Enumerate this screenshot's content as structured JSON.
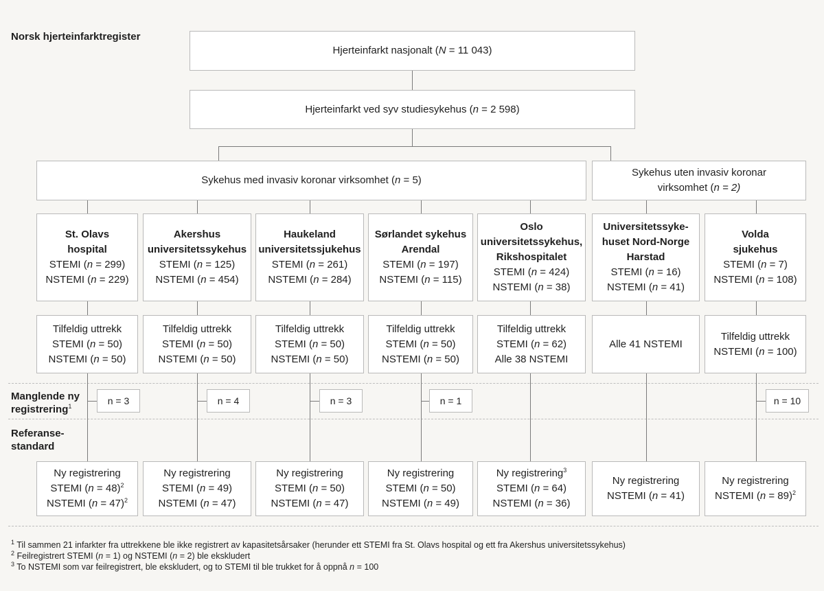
{
  "registry_label": "Norsk hjerteinfarktregister",
  "top": {
    "national_pre": "Hjerteinfarkt nasjonalt (",
    "national_n": "N",
    "national_post": " = 11 043)",
    "study_pre": "Hjerteinfarkt ved syv studiesykehus (",
    "study_n": "n",
    "study_post": " = 2 598)"
  },
  "groups": {
    "invasive_pre": "Sykehus med invasiv koronar virksomhet (",
    "invasive_n": "n",
    "invasive_post": " = 5)",
    "noninvasive_line1": "Sykehus uten invasiv koronar",
    "noninvasive_line2_pre": "virksomhet (",
    "noninvasive_line2_n": "n = 2)"
  },
  "side_labels": {
    "missing_line1": "Manglende ny",
    "missing_line2": "registrering",
    "missing_sup": "1",
    "ref_line1": "Referanse-",
    "ref_line2": "standard"
  },
  "hospitals": [
    {
      "name_lines": [
        "St. Olavs",
        "hospital"
      ],
      "stemi_label": "STEMI (",
      "stemi_n": "n",
      "stemi_val": " = 299)",
      "nstemi_label": "NSTEMI (",
      "nstemi_n": "n",
      "nstemi_val": " = 229)",
      "sample_lines": [
        "Tilfeldig uttrekk",
        "STEMI (n = 50)",
        "NSTEMI (n = 50)"
      ],
      "missing": "n = 3",
      "ref_lines": [
        "Ny registrering",
        "STEMI (n = 48)",
        "NSTEMI (n = 47)"
      ],
      "ref_sups": [
        "",
        "2",
        "2"
      ]
    },
    {
      "name_lines": [
        "Akershus",
        "universitetssykehus"
      ],
      "stemi_label": "STEMI (",
      "stemi_n": "n",
      "stemi_val": " = 125)",
      "nstemi_label": "NSTEMI (",
      "nstemi_n": "n",
      "nstemi_val": " = 454)",
      "sample_lines": [
        "Tilfeldig uttrekk",
        "STEMI (n = 50)",
        "NSTEMI (n = 50)"
      ],
      "missing": "n = 4",
      "ref_lines": [
        "Ny registrering",
        "STEMI (n = 49)",
        "NSTEMI (n = 47)"
      ],
      "ref_sups": [
        "",
        "",
        ""
      ]
    },
    {
      "name_lines": [
        "Haukeland",
        "universitetssjukehus"
      ],
      "stemi_label": "STEMI (",
      "stemi_n": "n",
      "stemi_val": " = 261)",
      "nstemi_label": "NSTEMI (",
      "nstemi_n": "n",
      "nstemi_val": " = 284)",
      "sample_lines": [
        "Tilfeldig uttrekk",
        "STEMI (n = 50)",
        "NSTEMI (n = 50)"
      ],
      "missing": "n = 3",
      "ref_lines": [
        "Ny registrering",
        "STEMI (n = 50)",
        "NSTEMI (n = 47)"
      ],
      "ref_sups": [
        "",
        "",
        ""
      ]
    },
    {
      "name_lines": [
        "Sørlandet sykehus",
        "Arendal"
      ],
      "stemi_label": "STEMI (",
      "stemi_n": "n",
      "stemi_val": " = 197)",
      "nstemi_label": "NSTEMI (",
      "nstemi_n": "n",
      "nstemi_val": " = 115)",
      "sample_lines": [
        "Tilfeldig uttrekk",
        "STEMI (n = 50)",
        "NSTEMI (n = 50)"
      ],
      "missing": "n = 1",
      "ref_lines": [
        "Ny registrering",
        "STEMI (n = 50)",
        "NSTEMI (n = 49)"
      ],
      "ref_sups": [
        "",
        "",
        ""
      ]
    },
    {
      "name_lines": [
        "Oslo",
        "universitetssykehus,",
        "Rikshospitalet"
      ],
      "stemi_label": "STEMI (",
      "stemi_n": "n",
      "stemi_val": " = 424)",
      "nstemi_label": "NSTEMI (",
      "nstemi_n": "n",
      "nstemi_val": " = 38)",
      "sample_lines": [
        "Tilfeldig uttrekk",
        "STEMI (n = 62)",
        "Alle 38 NSTEMI"
      ],
      "missing": "",
      "ref_lines": [
        "Ny registrering",
        "STEMI (n = 64)",
        "NSTEMI (n = 36)"
      ],
      "ref_sups": [
        "3",
        "",
        ""
      ]
    },
    {
      "name_lines": [
        "Universitetssyke-",
        "huset Nord-Norge",
        "Harstad"
      ],
      "stemi_label": "STEMI (",
      "stemi_n": "n",
      "stemi_val": " = 16)",
      "nstemi_label": "NSTEMI (",
      "nstemi_n": "n",
      "nstemi_val": " = 41)",
      "sample_lines": [
        "Alle 41 NSTEMI"
      ],
      "missing": "",
      "ref_lines": [
        "Ny registrering",
        "NSTEMI (n = 41)"
      ],
      "ref_sups": [
        "",
        ""
      ]
    },
    {
      "name_lines": [
        "Volda",
        "sjukehus"
      ],
      "stemi_label": "STEMI (",
      "stemi_n": "n",
      "stemi_val": " = 7)",
      "nstemi_label": "NSTEMI (",
      "nstemi_n": "n",
      "nstemi_val": " = 108)",
      "sample_lines": [
        "Tilfeldig uttrekk",
        "NSTEMI (n = 100)"
      ],
      "missing": "n = 10",
      "ref_lines": [
        "Ny registrering",
        "NSTEMI (n = 89)"
      ],
      "ref_sups": [
        "",
        "2"
      ]
    }
  ],
  "footnotes": [
    {
      "sup": "1",
      "text": " Til sammen 21 infarkter fra uttrekkene ble ikke registrert av kapasitetsårsaker (herunder ett STEMI fra St. Olavs hospital og ett fra Akershus universitetssykehus)"
    },
    {
      "sup": "2",
      "text": " Feilregistrert STEMI (n = 1) og NSTEMI (n = 2) ble ekskludert"
    },
    {
      "sup": "3",
      "text": " To NSTEMI som var feilregistrert, ble ekskludert, og to STEMI til ble trukket for å oppnå n = 100"
    }
  ],
  "colors": {
    "box_border": "#b9b9b9",
    "connector": "#7a7a7a",
    "background": "#f7f6f3"
  }
}
